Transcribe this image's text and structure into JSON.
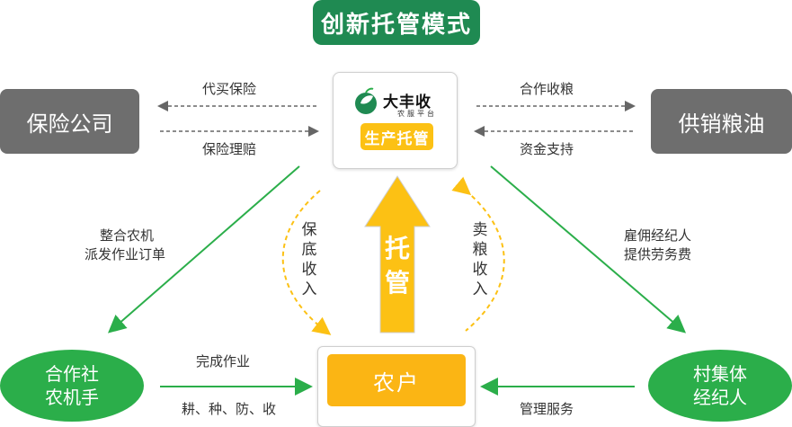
{
  "title": "创新托管模式",
  "center": {
    "brand_name": "大丰收",
    "brand_sub": "农服平台",
    "badge": "生产托管"
  },
  "left_box": "保险公司",
  "right_box": "供销粮油",
  "left_top_label": "代买保险",
  "left_bottom_label": "保险理赔",
  "right_top_label": "合作收粮",
  "right_bottom_label": "资金支持",
  "diag_left_label": [
    "整合农机",
    "派发作业订单"
  ],
  "diag_right_label": [
    "雇佣经纪人",
    "提供劳务费"
  ],
  "curve_left_label": [
    "保",
    "底",
    "收",
    "入"
  ],
  "curve_right_label": [
    "卖",
    "粮",
    "收",
    "入"
  ],
  "up_arrow_label": [
    "托",
    "管"
  ],
  "coop": [
    "合作社",
    "农机手"
  ],
  "broker": [
    "村集体",
    "经纪人"
  ],
  "farmer": "农户",
  "bottom_left_top": "完成作业",
  "bottom_left_bottom": "耕、种、防、收",
  "bottom_right": "管理服务",
  "colors": {
    "green": "#2bae4a",
    "dark_green": "#1f8a52",
    "yellow": "#fcc114",
    "gray": "#6e6e6e"
  }
}
